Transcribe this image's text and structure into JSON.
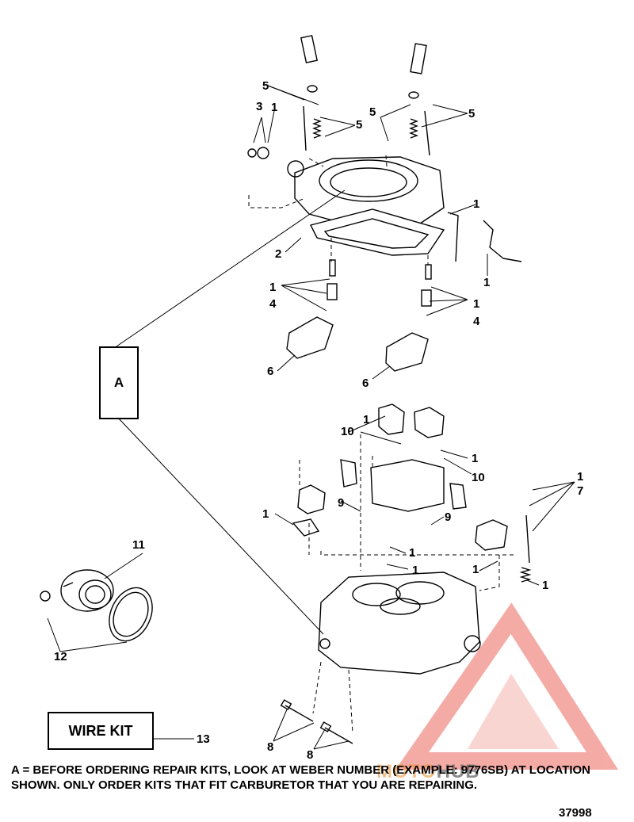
{
  "callouts": {
    "c5a": "5",
    "c3": "3",
    "c1a": "1",
    "c5b": "5",
    "c5c": "5",
    "c5d": "5",
    "c1b": "1",
    "c2": "2",
    "c1c": "1",
    "c1d": "1",
    "c4a": "4",
    "c1e": "1",
    "c4b": "4",
    "c6a": "6",
    "c6b": "6",
    "c1f": "1",
    "c10a": "10",
    "c1g": "1",
    "c10b": "10",
    "c1h": "1",
    "c7": "7",
    "c9a": "9",
    "c9b": "9",
    "c1i": "1",
    "c1j": "1",
    "c1k": "1",
    "c1l": "1",
    "c1m": "1",
    "c11": "11",
    "c12": "12",
    "c13": "13",
    "c8a": "8",
    "c8b": "8"
  },
  "box_a_label": "A",
  "wire_kit_label": "WIRE KIT",
  "note": "A = BEFORE ORDERING REPAIR KITS, LOOK AT WEBER NUMBER (EXAMPLE: 9776SB) AT LOCATION SHOWN.  ONLY ORDER KITS THAT FIT CARBURETOR THAT YOU ARE REPAIRING.",
  "figure_number": "37998",
  "watermark": {
    "prefix": "MOTO",
    "suffix": "HUB",
    "color": "#e8463c"
  }
}
